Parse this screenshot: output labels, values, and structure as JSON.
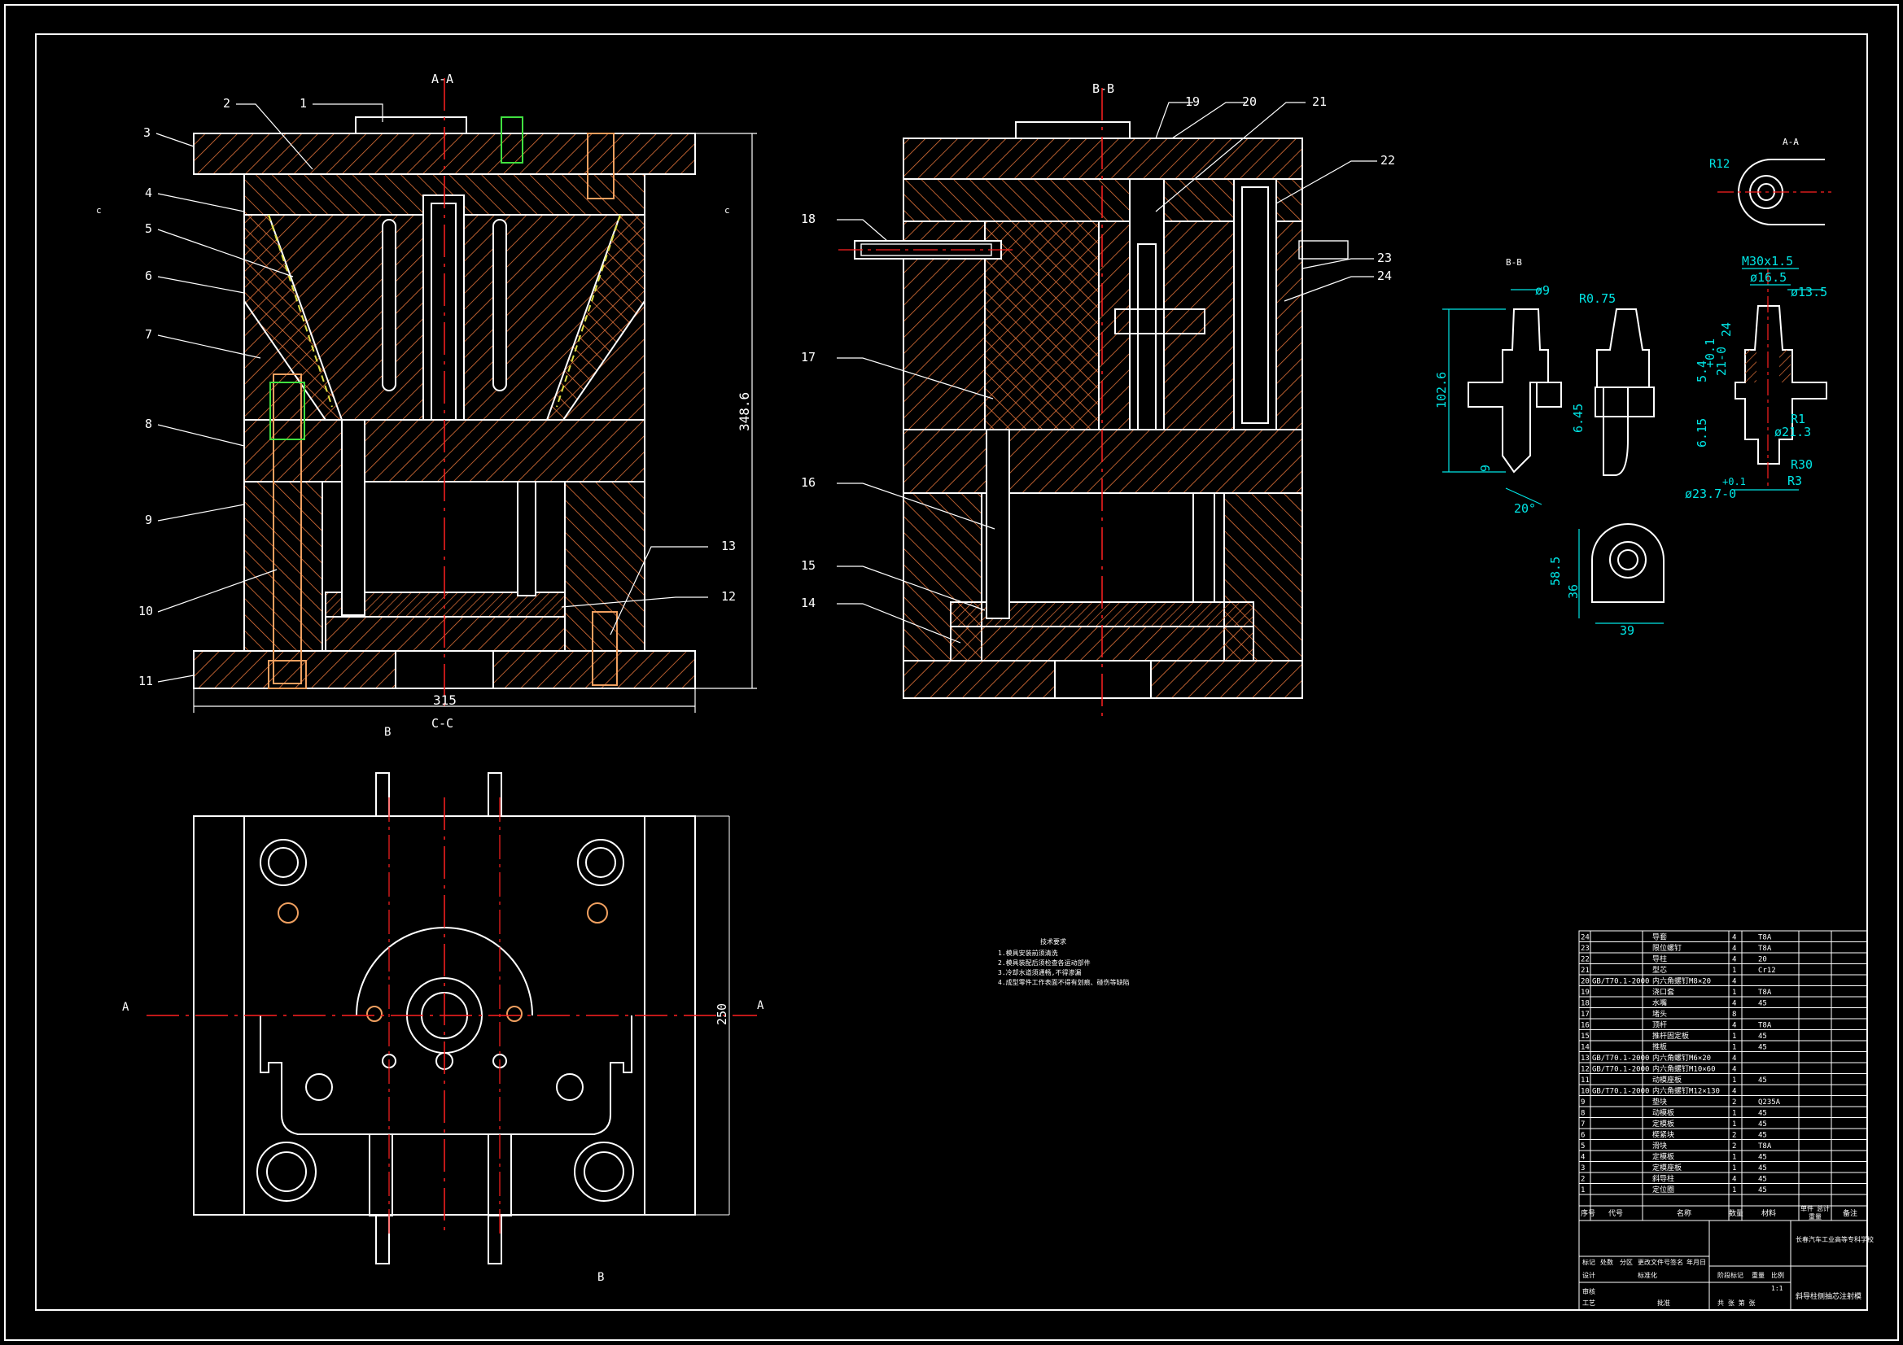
{
  "colors": {
    "background": "#000000",
    "outline": "#ffffff",
    "hatch": "#e2733a",
    "centerline": "#ff2020",
    "dimension": "#00e5e5",
    "bolt": "#f0a060",
    "cooling": "#e0e040"
  },
  "views": {
    "main": "A-A",
    "side": "B-B",
    "plan": "C-C",
    "detail_top": "A-A",
    "detail_left": "B-B"
  },
  "section_marks": {
    "c": "c",
    "a": "A",
    "b": "B"
  },
  "part_labels": [
    "1",
    "2",
    "3",
    "4",
    "5",
    "6",
    "7",
    "8",
    "9",
    "10",
    "11",
    "12",
    "13",
    "14",
    "15",
    "16",
    "17",
    "18",
    "19",
    "20",
    "21",
    "22",
    "23",
    "24"
  ],
  "dimensions": {
    "height": "348.6",
    "width": "315",
    "plan_height": "250",
    "d1": "R12",
    "d2": "102.6",
    "d3": "ø9",
    "d4": "20°",
    "d5": "R0.75",
    "d6": "6.45",
    "d7": "9",
    "d8": "M30x1.5",
    "d9": "ø16.5",
    "d10": "ø13.5",
    "d11": "24",
    "d12": "21-0",
    "d13": "+0.1",
    "d14": "5.4",
    "d15": "6.15",
    "d16": "R1",
    "d17": "ø21.3",
    "d18": "R30",
    "d19": "R3",
    "d20": "ø23.7-0",
    "d21": "+0.1",
    "d22": "58.5",
    "d23": "36",
    "d24": "39"
  },
  "notes": {
    "title": "技术要求",
    "lines": [
      "1.模具安装前须清洗",
      "2.模具装配后须检查各运动部件",
      "3.冷却水道须通畅,不得渗漏",
      "4.成型零件工作表面不得有划痕、碰伤等缺陷"
    ]
  },
  "bom": {
    "rows": [
      {
        "no": "24",
        "code": "",
        "name": "导套",
        "qty": "4",
        "mat": "T8A"
      },
      {
        "no": "23",
        "code": "",
        "name": "限位螺钉",
        "qty": "4",
        "mat": "T8A"
      },
      {
        "no": "22",
        "code": "",
        "name": "导柱",
        "qty": "4",
        "mat": "20"
      },
      {
        "no": "21",
        "code": "",
        "name": "型芯",
        "qty": "1",
        "mat": "Cr12"
      },
      {
        "no": "20",
        "code": "GB/T70.1-2000",
        "name": "内六角螺钉M8×20",
        "qty": "4",
        "mat": ""
      },
      {
        "no": "19",
        "code": "",
        "name": "浇口套",
        "qty": "1",
        "mat": "T8A"
      },
      {
        "no": "18",
        "code": "",
        "name": "水嘴",
        "qty": "4",
        "mat": "45"
      },
      {
        "no": "17",
        "code": "",
        "name": "堵头",
        "qty": "8",
        "mat": ""
      },
      {
        "no": "16",
        "code": "",
        "name": "顶杆",
        "qty": "4",
        "mat": "T8A"
      },
      {
        "no": "15",
        "code": "",
        "name": "推杆固定板",
        "qty": "1",
        "mat": "45"
      },
      {
        "no": "14",
        "code": "",
        "name": "推板",
        "qty": "1",
        "mat": "45"
      },
      {
        "no": "13",
        "code": "GB/T70.1-2000",
        "name": "内六角螺钉M6×20",
        "qty": "4",
        "mat": ""
      },
      {
        "no": "12",
        "code": "GB/T70.1-2000",
        "name": "内六角螺钉M10×60",
        "qty": "4",
        "mat": ""
      },
      {
        "no": "11",
        "code": "",
        "name": "动模座板",
        "qty": "1",
        "mat": "45"
      },
      {
        "no": "10",
        "code": "GB/T70.1-2000",
        "name": "内六角螺钉M12×130",
        "qty": "4",
        "mat": ""
      },
      {
        "no": "9",
        "code": "",
        "name": "垫块",
        "qty": "2",
        "mat": "Q235A"
      },
      {
        "no": "8",
        "code": "",
        "name": "动模板",
        "qty": "1",
        "mat": "45"
      },
      {
        "no": "7",
        "code": "",
        "name": "定模板",
        "qty": "1",
        "mat": "45"
      },
      {
        "no": "6",
        "code": "",
        "name": "楔紧块",
        "qty": "2",
        "mat": "45"
      },
      {
        "no": "5",
        "code": "",
        "name": "滑块",
        "qty": "2",
        "mat": "T8A"
      },
      {
        "no": "4",
        "code": "",
        "name": "定模板",
        "qty": "1",
        "mat": "45"
      },
      {
        "no": "3",
        "code": "",
        "name": "定模座板",
        "qty": "1",
        "mat": "45"
      },
      {
        "no": "2",
        "code": "",
        "name": "斜导柱",
        "qty": "4",
        "mat": "45"
      },
      {
        "no": "1",
        "code": "",
        "name": "定位圈",
        "qty": "1",
        "mat": "45"
      }
    ],
    "header": {
      "no": "序号",
      "code": "代号",
      "name": "名称",
      "qty": "数量",
      "mat": "材料",
      "single": "单件",
      "total": "总计",
      "weight": "重量",
      "remark": "备注"
    },
    "title_block": {
      "school": "长春汽车工业高等专科学校",
      "drawing": "斜导柱侧抽芯注射模",
      "scale": "1:1",
      "marks": [
        "标记",
        "处数",
        "分区",
        "更改文件号",
        "签名",
        "年月日"
      ],
      "roles": [
        "设计",
        "审核",
        "工艺",
        "标准化",
        "批准"
      ],
      "stage": "阶段标记",
      "weight": "重量",
      "ratio": "比例",
      "sheets": "共 张  第 张"
    }
  }
}
